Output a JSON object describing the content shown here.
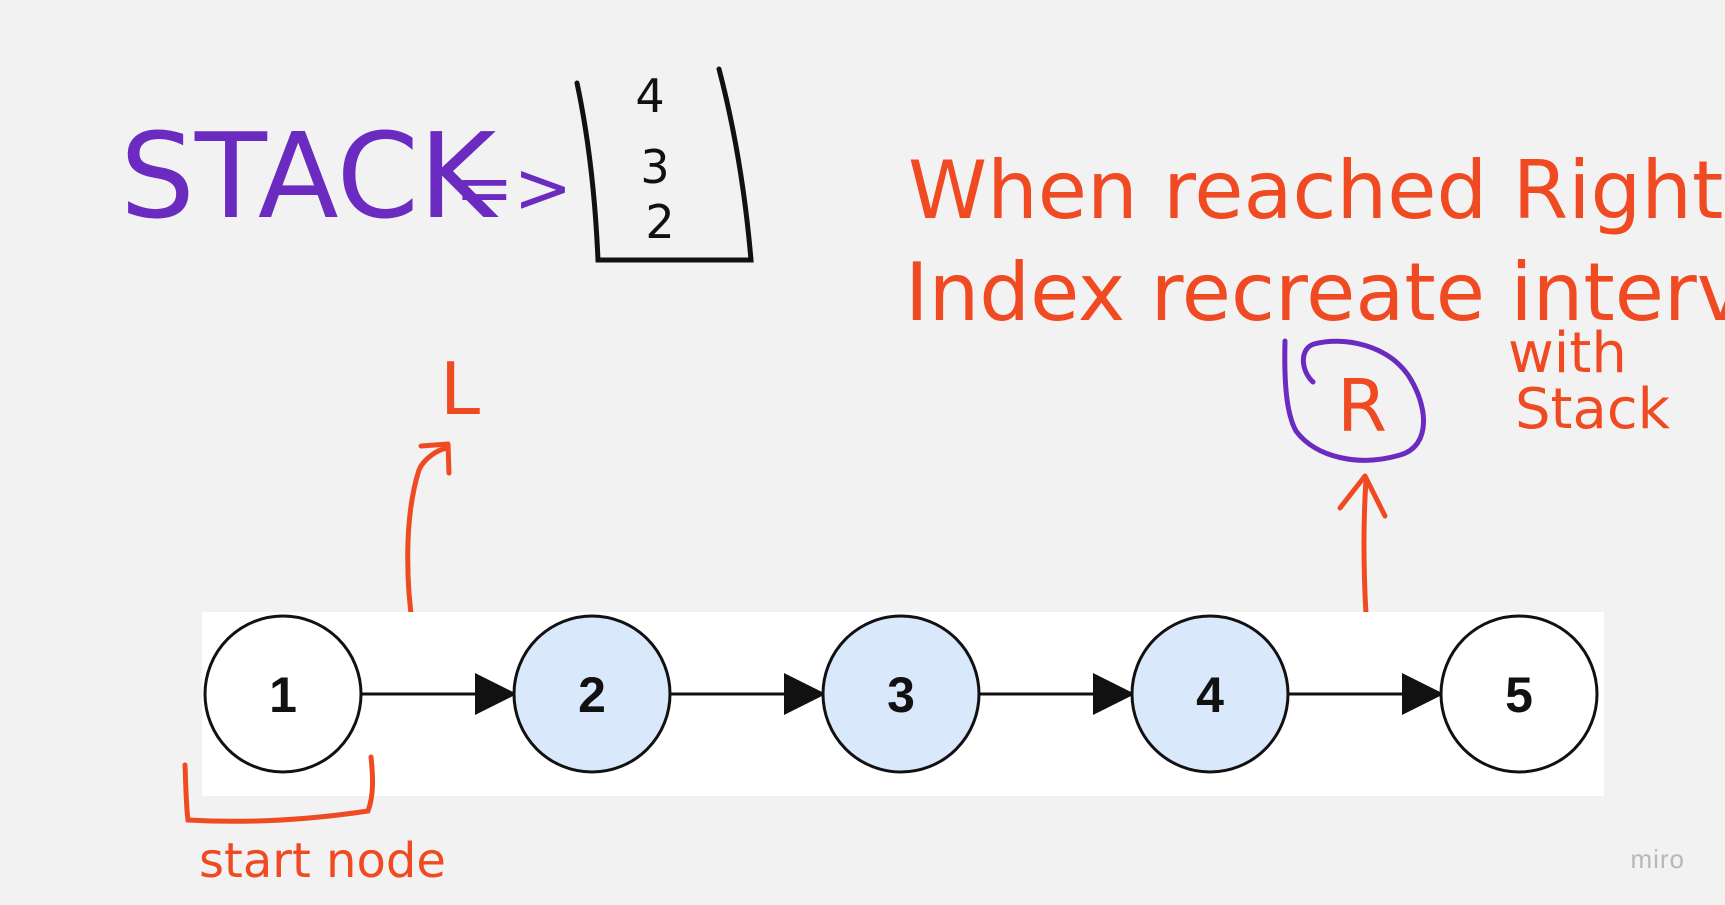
{
  "stack": {
    "label": "STACK",
    "arrow": "=>",
    "items": [
      "4",
      "3",
      "2"
    ]
  },
  "note": {
    "line1": "When reached Right",
    "line2": "Index recreate interval",
    "line3": "with",
    "line4": "Stack"
  },
  "markers": {
    "left": "L",
    "right": "R",
    "start": "start node"
  },
  "list": {
    "nodes": [
      {
        "label": "1",
        "highlighted": false
      },
      {
        "label": "2",
        "highlighted": true
      },
      {
        "label": "3",
        "highlighted": true
      },
      {
        "label": "4",
        "highlighted": true
      },
      {
        "label": "5",
        "highlighted": false
      }
    ]
  },
  "branding": {
    "logo": "miro"
  },
  "colors": {
    "annotation_red": "#f04a23",
    "annotation_purple": "#6c2bc0",
    "node_highlight": "#dae8fc",
    "background": "#f2f2f2"
  }
}
